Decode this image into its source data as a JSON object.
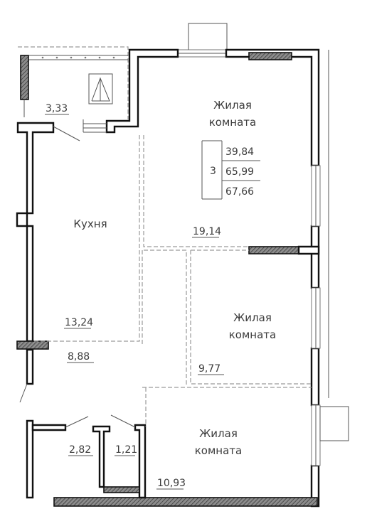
{
  "rooms": {
    "living_top": {
      "line1": "Жилая",
      "line2": "комната"
    },
    "living_mid": {
      "line1": "Жилая",
      "line2": "комната"
    },
    "living_bottom": {
      "line1": "Жилая",
      "line2": "комната"
    },
    "kitchen": {
      "label": "Кухня"
    }
  },
  "areas": {
    "balcony": "3,33",
    "room1": "19,14",
    "kitchen": "13,24",
    "hall": "8,88",
    "room2": "9,77",
    "bath1": "2,82",
    "bath2": "1,21",
    "room3": "10,93"
  },
  "summary": {
    "rooms_count": "3",
    "living_area": "39,84",
    "total_area": "65,99",
    "total_with_balcony": "67,66"
  }
}
